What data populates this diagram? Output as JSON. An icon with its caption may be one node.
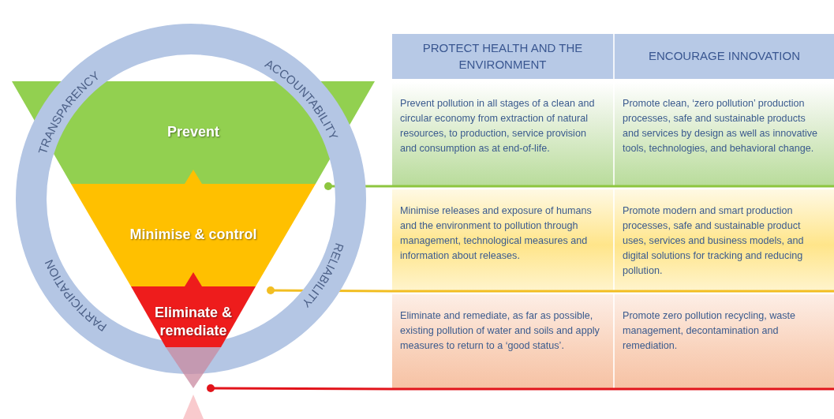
{
  "diagram": {
    "nodes": [
      {
        "text": [
          "Prevent"
        ]
      },
      {
        "text": [
          "Minimise & control"
        ]
      },
      {
        "text": [
          "Eliminate & remediate"
        ]
      },
      {
        "text": [
          "PROTECT HEALTH AND THE ENVIRONMENT",
          "ENCOURAGE INNOVATION"
        ]
      },
      {
        "text": [
          "Prevent pollution in all stages of a clean and circular economy from extraction of natural resources, to production, service provision and consumption as at end-of-life.",
          "Promote clean, ‘zero pollution’ production processes, safe and sustainable products and services by design as well as innovative tools, technologies, and behavioral change."
        ]
      },
      {
        "text": [
          "Minimise releases and exposure of humans and the environment to pollution through management, technological measures and information about releases.",
          "Promote modern and smart production processes, safe and sustainable product uses, services and business models, and digital solutions for tracking and reducing pollution."
        ]
      },
      {
        "text": [
          "Eliminate and remediate, as far as possible, existing pollution of water and soils and apply measures to return to a ‘good status’.",
          "Promote zero pollution recycling, waste management, decontamination and remediation."
        ]
      }
    ],
    "edges": [
      {
        "from": 0,
        "to": 4,
        "arrow": "other",
        "color": "#8dc63f"
      },
      {
        "from": 1,
        "to": 5,
        "arrow": "other",
        "color": "#f2be22"
      },
      {
        "from": 2,
        "to": 6,
        "arrow": "other",
        "color": "#e2141b"
      }
    ],
    "labels": [
      "TRANSPARENCY",
      "ACCOUNTABILITY",
      "PARTICIPATION",
      "RELIABILITY"
    ]
  }
}
